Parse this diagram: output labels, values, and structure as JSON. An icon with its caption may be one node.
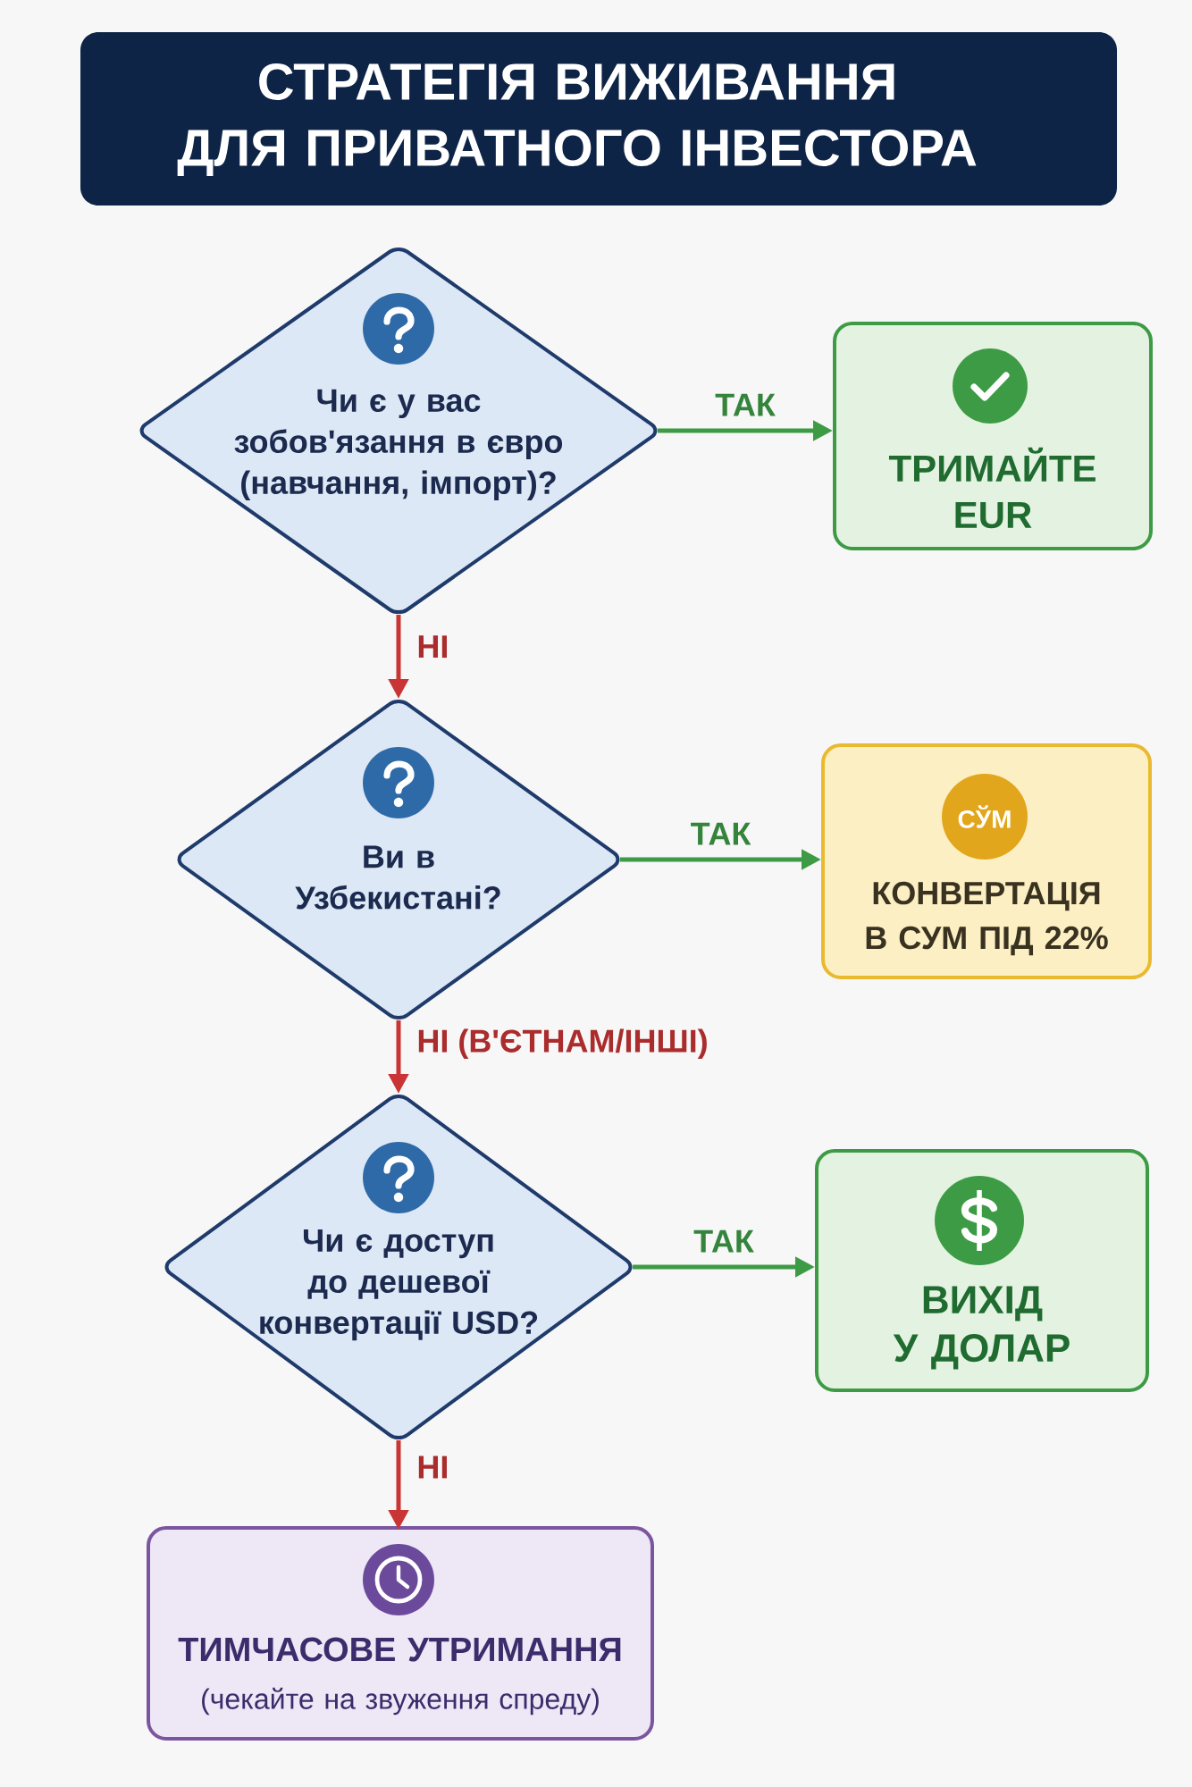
{
  "diagram": {
    "title": "СТРАТЕГІЯ ВИЖИВАННЯ ДЛЯ ПРИВАТНОГО ІНВЕСТОРА",
    "nodes": [
      {
        "text": [
          "Чи є у вас зобов'язання в євро (навчання, імпорт)?"
        ]
      },
      {
        "text": [
          "ТРИМАЙТЕ EUR"
        ]
      },
      {
        "text": [
          "Ви в Узбекистані?"
        ]
      },
      {
        "text": [
          "СЎМ",
          "КОНВЕРТАЦІЯ В СУМ ПІД 22%"
        ]
      },
      {
        "text": [
          "Чи є доступ до дешевої конвертації USD?"
        ]
      },
      {
        "text": [
          "ВИХІД У ДОЛАР"
        ]
      },
      {
        "text": [
          "ТИМЧАСОВЕ УТРИМАННЯ",
          "(чекайте на звуження спреду)"
        ]
      }
    ],
    "edges": [
      {
        "from": 0,
        "to": 1,
        "arrow": "to",
        "label": "ТАК",
        "color": "#3e9b45"
      },
      {
        "from": 0,
        "to": 2,
        "arrow": "to",
        "label": "НІ",
        "color": "#c93434"
      },
      {
        "from": 2,
        "to": 3,
        "arrow": "to",
        "label": "ТАК",
        "color": "#3e9b45"
      },
      {
        "from": 2,
        "to": 4,
        "arrow": "to",
        "label": "НІ (В'ЄТНАМ/ІНШІ)",
        "color": "#c93434"
      },
      {
        "from": 4,
        "to": 5,
        "arrow": "to",
        "label": "ТАК",
        "color": "#3e9b45"
      },
      {
        "from": 4,
        "to": 6,
        "arrow": "to",
        "label": "НІ",
        "color": "#c93434"
      }
    ]
  }
}
